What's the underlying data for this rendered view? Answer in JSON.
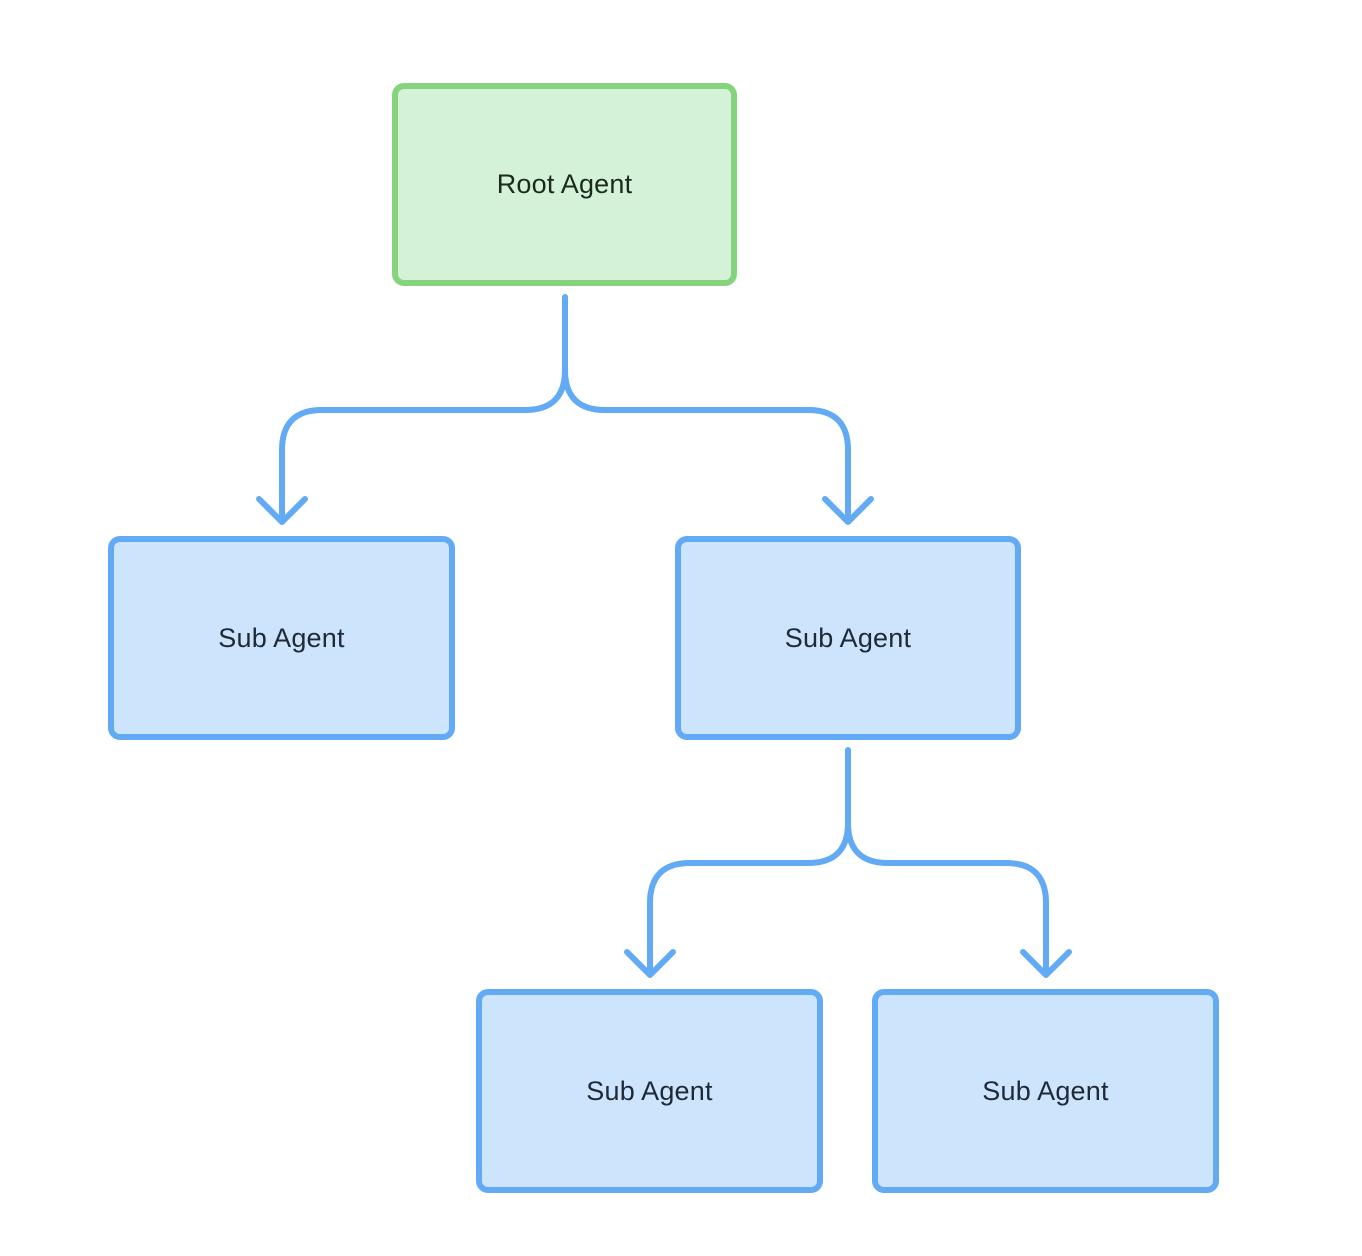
{
  "diagram": {
    "colors": {
      "root_fill": "#d4f2d7",
      "root_border": "#86d37e",
      "sub_fill": "#cce4fc",
      "sub_border": "#62abf4",
      "connector": "#62abf4"
    },
    "nodes": {
      "root": {
        "label": "Root Agent"
      },
      "sub_1": {
        "label": "Sub Agent"
      },
      "sub_2": {
        "label": "Sub Agent"
      },
      "sub_3": {
        "label": "Sub Agent"
      },
      "sub_4": {
        "label": "Sub Agent"
      }
    },
    "edges": [
      {
        "from": "root",
        "to": "sub_1"
      },
      {
        "from": "root",
        "to": "sub_2"
      },
      {
        "from": "sub_2",
        "to": "sub_3"
      },
      {
        "from": "sub_2",
        "to": "sub_4"
      }
    ]
  }
}
